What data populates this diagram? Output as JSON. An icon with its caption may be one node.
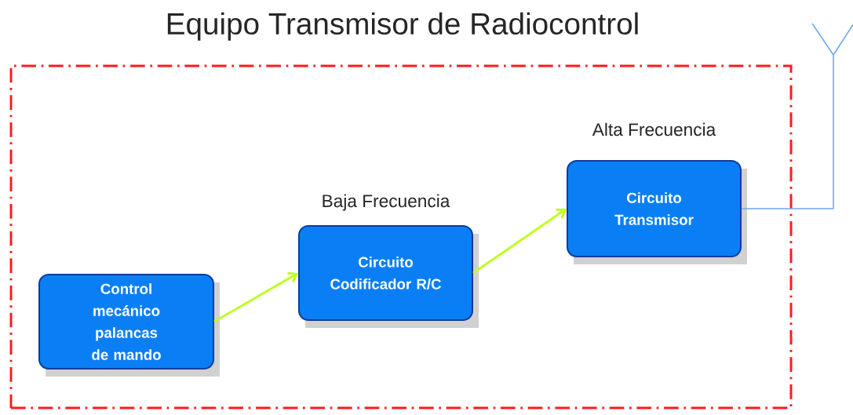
{
  "diagram": {
    "nodes": [
      {
        "text": [
          "Equipo Transmisor de Radiocontrol"
        ]
      },
      {
        "text": [
          "Control mecánico palancas de mando"
        ],
        "in": 0
      },
      {
        "text": [
          "Circuito Codificador R/C"
        ],
        "in": 0,
        "beside": [
          "Baja Frecuencia"
        ]
      },
      {
        "text": [
          "Circuito Transmisor"
        ],
        "in": 0,
        "beside": [
          "Alta Frecuencia"
        ]
      },
      {
        "text": [],
        "shape": "antenna"
      }
    ],
    "edges": [
      {
        "from": 1,
        "to": 2,
        "arrow": "to"
      },
      {
        "from": 2,
        "to": 3,
        "arrow": "to"
      },
      {
        "from": 3,
        "to": 4,
        "arrow": "none",
        "color": "#6fa8f0"
      }
    ]
  }
}
